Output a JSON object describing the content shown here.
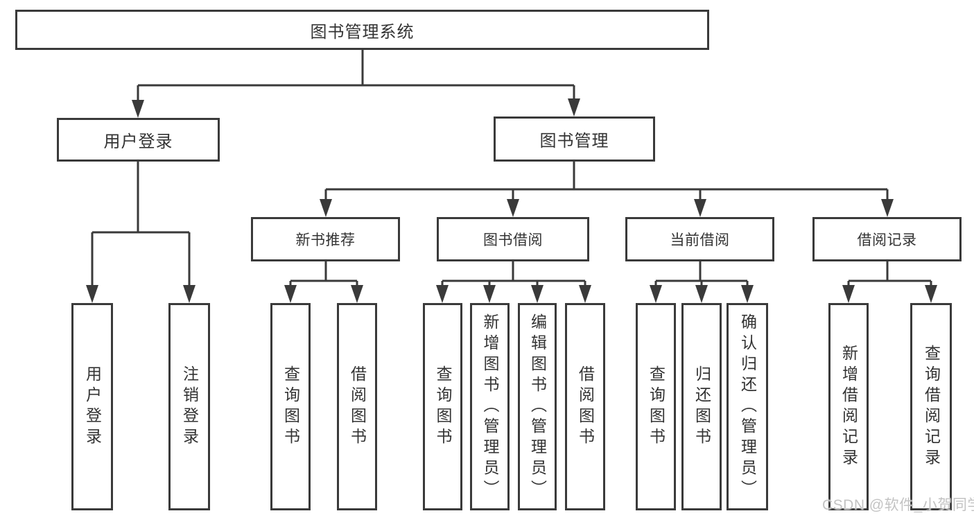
{
  "diagram": {
    "title": "图书管理系统",
    "root": {
      "label": "图书管理系统"
    },
    "branches": [
      {
        "label": "用户登录",
        "children": [
          {
            "label": "用户登录"
          },
          {
            "label": "注销登录"
          }
        ]
      },
      {
        "label": "图书管理",
        "children": [
          {
            "label": "新书推荐",
            "children": [
              {
                "label": "查询图书"
              },
              {
                "label": "借阅图书"
              }
            ]
          },
          {
            "label": "图书借阅",
            "children": [
              {
                "label": "查询图书"
              },
              {
                "label": "新增图书（管理员）"
              },
              {
                "label": "编辑图书（管理员）"
              },
              {
                "label": "借阅图书"
              }
            ]
          },
          {
            "label": "当前借阅",
            "children": [
              {
                "label": "查询图书"
              },
              {
                "label": "归还图书"
              },
              {
                "label": "确认归还（管理员）"
              }
            ]
          },
          {
            "label": "借阅记录",
            "children": [
              {
                "label": "新增借阅记录"
              },
              {
                "label": "查询借阅记录"
              }
            ]
          }
        ]
      }
    ]
  },
  "watermark": {
    "text": "CSDN @软件_小贺同学"
  },
  "colors": {
    "line": "#3a3a3a",
    "text": "#333333",
    "box_background": "#ffffff",
    "watermark": "#c3c3c3",
    "background": "#ffffff"
  }
}
